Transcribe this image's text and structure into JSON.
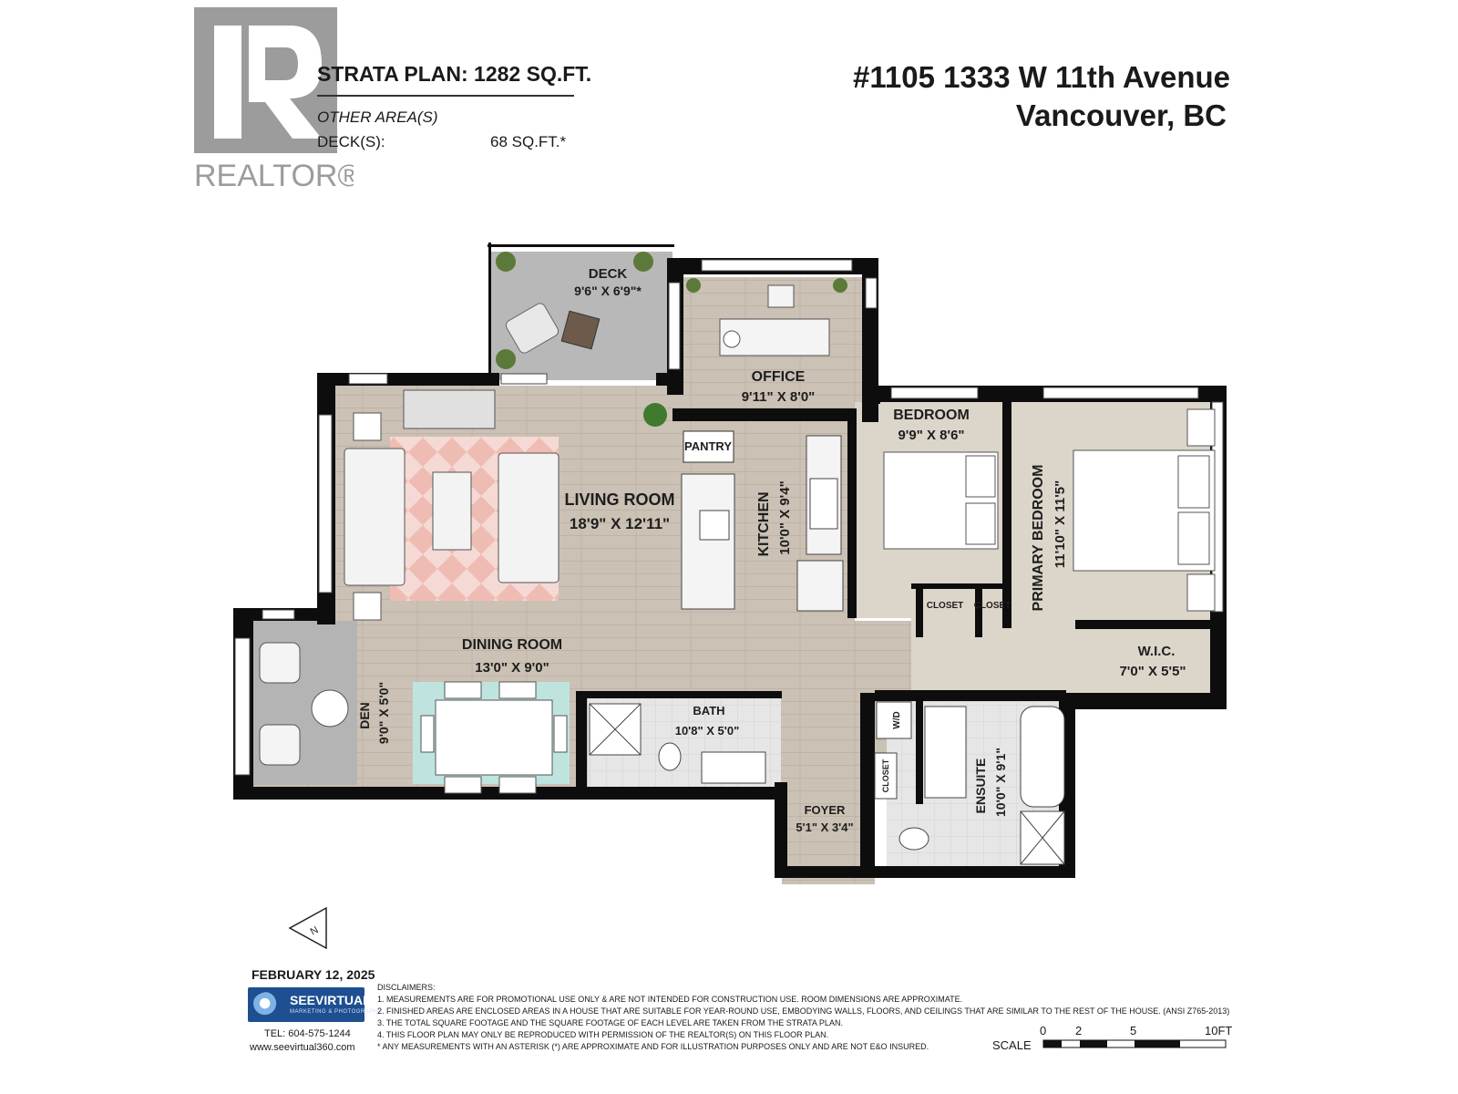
{
  "logo": {
    "text": "REALTOR®"
  },
  "header": {
    "strata_plan": "STRATA PLAN: 1282 SQ.FT.",
    "other_area": "OTHER AREA(S)",
    "deck_label": "DECK(S):",
    "deck_value": "68 SQ.FT.*",
    "address_line1": "#1105 1333 W 11th Avenue",
    "address_line2": "Vancouver, BC"
  },
  "rooms": {
    "deck": {
      "name": "DECK",
      "dims": "9'6\" X 6'9\"*"
    },
    "office": {
      "name": "OFFICE",
      "dims": "9'11\" X 8'0\""
    },
    "pantry": {
      "name": "PANTRY"
    },
    "living": {
      "name": "LIVING ROOM",
      "dims": "18'9\" X 12'11\""
    },
    "kitchen": {
      "name": "KITCHEN",
      "dims": "10'0\" X 9'4\""
    },
    "bedroom": {
      "name": "BEDROOM",
      "dims": "9'9\" X 8'6\""
    },
    "primary": {
      "name": "PRIMARY BEDROOM",
      "dims": "11'10\" X 11'5\""
    },
    "closet_a": {
      "name": "CLOSET"
    },
    "closet_b": {
      "name": "CLOSET"
    },
    "wic": {
      "name": "W.I.C.",
      "dims": "7'0\" X 5'5\""
    },
    "dining": {
      "name": "DINING ROOM",
      "dims": "13'0\" X 9'0\""
    },
    "den": {
      "name": "DEN",
      "dims": "9'0\" X 5'0\""
    },
    "bath": {
      "name": "BATH",
      "dims": "10'8\" X 5'0\""
    },
    "wd": {
      "name": "W/D"
    },
    "closet_c": {
      "name": "CLOSET"
    },
    "foyer": {
      "name": "FOYER",
      "dims": "5'1\" X 3'4\""
    },
    "ensuite": {
      "name": "ENSUITE",
      "dims": "10'0\" X 9'1\""
    }
  },
  "compass": {
    "label": "N"
  },
  "footer": {
    "date": "FEBRUARY 12, 2025",
    "company": "SEEVIRTUAL",
    "company_sub": "MARKETING & PHOTOGRAPHY",
    "tel": "TEL: 604-575-1244",
    "web": "www.seevirtual360.com",
    "disclaimers_title": "DISCLAIMERS:",
    "disclaimers": [
      "1. MEASUREMENTS ARE FOR PROMOTIONAL USE ONLY & ARE NOT INTENDED FOR CONSTRUCTION USE. ROOM DIMENSIONS ARE APPROXIMATE.",
      "2. FINISHED AREAS ARE ENCLOSED AREAS IN A HOUSE THAT ARE SUITABLE FOR YEAR-ROUND USE, EMBODYING WALLS, FLOORS, AND CEILINGS THAT ARE SIMILAR TO THE REST OF THE HOUSE. (ANSI Z765-2013)",
      "3. THE TOTAL SQUARE FOOTAGE AND THE SQUARE FOOTAGE OF EACH LEVEL ARE TAKEN FROM THE STRATA PLAN.",
      "4. THIS FLOOR PLAN MAY ONLY BE REPRODUCED WITH PERMISSION OF THE REALTOR(S) ON THIS FLOOR PLAN.",
      "* ANY MEASUREMENTS WITH AN ASTERISK (*) ARE APPROXIMATE AND FOR ILLUSTRATION PURPOSES ONLY AND ARE NOT E&O INSURED."
    ],
    "scale_label": "SCALE",
    "scale_ticks": [
      "0",
      "2",
      "5",
      "10FT"
    ]
  },
  "colors": {
    "wall": "#0d0d0d",
    "wood_floor": "#c9bfb2",
    "carpet": "#d8d1c6",
    "tile": "#e4e4e4",
    "deck": "#b9b9b9",
    "rug": "#f2c9c3"
  }
}
